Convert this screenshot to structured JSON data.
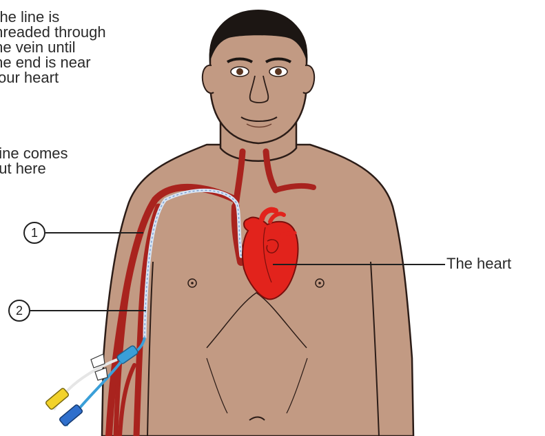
{
  "annotations": {
    "step1_text": "The line is\nthreaded through\nthe vein until\nthe end is near\nyour heart",
    "step2_text": "Line comes\nout here",
    "marker1": "1",
    "marker2": "2",
    "heart_label": "The heart"
  },
  "colors": {
    "skin": "#c29a83",
    "skin_outline": "#2b1c17",
    "hair": "#1c1613",
    "vein": "#a9231e",
    "heart": "#e2231c",
    "catheter": "#d8e4f3",
    "hub_blue": "#3a9fd8",
    "cap_yellow": "#f2d22a",
    "cap_blue": "#2f6fcc"
  }
}
